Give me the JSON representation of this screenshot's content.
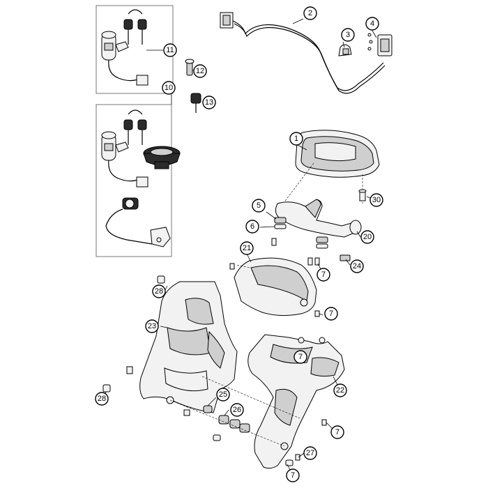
{
  "diagram": {
    "callouts": [
      {
        "id": "c1",
        "label": "1"
      },
      {
        "id": "c2",
        "label": "2"
      },
      {
        "id": "c3",
        "label": "3"
      },
      {
        "id": "c4",
        "label": "4"
      },
      {
        "id": "c5",
        "label": "5"
      },
      {
        "id": "c6",
        "label": "6"
      },
      {
        "id": "c7a",
        "label": "7"
      },
      {
        "id": "c7b",
        "label": "7"
      },
      {
        "id": "c7c",
        "label": "7"
      },
      {
        "id": "c7d",
        "label": "7"
      },
      {
        "id": "c7e",
        "label": "7"
      },
      {
        "id": "c10",
        "label": "10"
      },
      {
        "id": "c11",
        "label": "11"
      },
      {
        "id": "c12",
        "label": "12"
      },
      {
        "id": "c13",
        "label": "13"
      },
      {
        "id": "c20",
        "label": "20"
      },
      {
        "id": "c21",
        "label": "21"
      },
      {
        "id": "c22",
        "label": "22"
      },
      {
        "id": "c23",
        "label": "23"
      },
      {
        "id": "c24",
        "label": "24"
      },
      {
        "id": "c25",
        "label": "25"
      },
      {
        "id": "c26",
        "label": "26"
      },
      {
        "id": "c27",
        "label": "27"
      },
      {
        "id": "c28a",
        "label": "28"
      },
      {
        "id": "c28b",
        "label": "28"
      },
      {
        "id": "c30",
        "label": "30"
      }
    ]
  }
}
